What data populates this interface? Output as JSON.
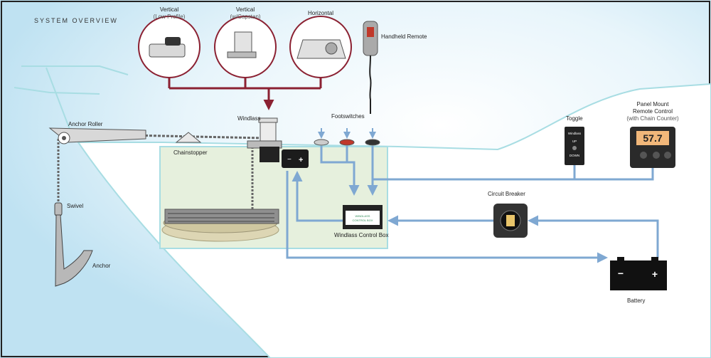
{
  "title": "SYSTEM OVERVIEW",
  "windlass_types": [
    {
      "name": "Vertical",
      "sub": "(Low Profile)"
    },
    {
      "name": "Vertical",
      "sub": "(w/Capstan)"
    },
    {
      "name": "Horizontal",
      "sub": ""
    }
  ],
  "labels": {
    "handheld_remote": "Handheld Remote",
    "anchor_roller": "Anchor Roller",
    "windlass": "Windlass",
    "footswitches": "Footswitches",
    "toggle": "Toggle",
    "panel_mount": "Panel Mount",
    "panel_mount_sub": "Remote Control",
    "panel_mount_sub2": "(with Chain Counter)",
    "chainstopper": "Chainstopper",
    "swivel": "Swivel",
    "anchor": "Anchor",
    "circuit_breaker": "Circuit Breaker",
    "control_box": "Windlass Control Box",
    "battery": "Battery"
  },
  "device_text": {
    "counter_value": "57.7",
    "toggle_top": "Windlass",
    "toggle_up": "UP",
    "toggle_down": "DOWN",
    "control_box_line1": "WINDLASS",
    "control_box_line2": "CONTROL BOX",
    "battery_minus": "−",
    "battery_plus": "+",
    "motor_minus": "−",
    "motor_plus": "+"
  },
  "colors": {
    "wire": "#7fa8d2",
    "selector_line": "#8b2132",
    "water": "#bfe2f2",
    "locker": "#e6f0dd",
    "hull_line": "#a8dde3"
  }
}
